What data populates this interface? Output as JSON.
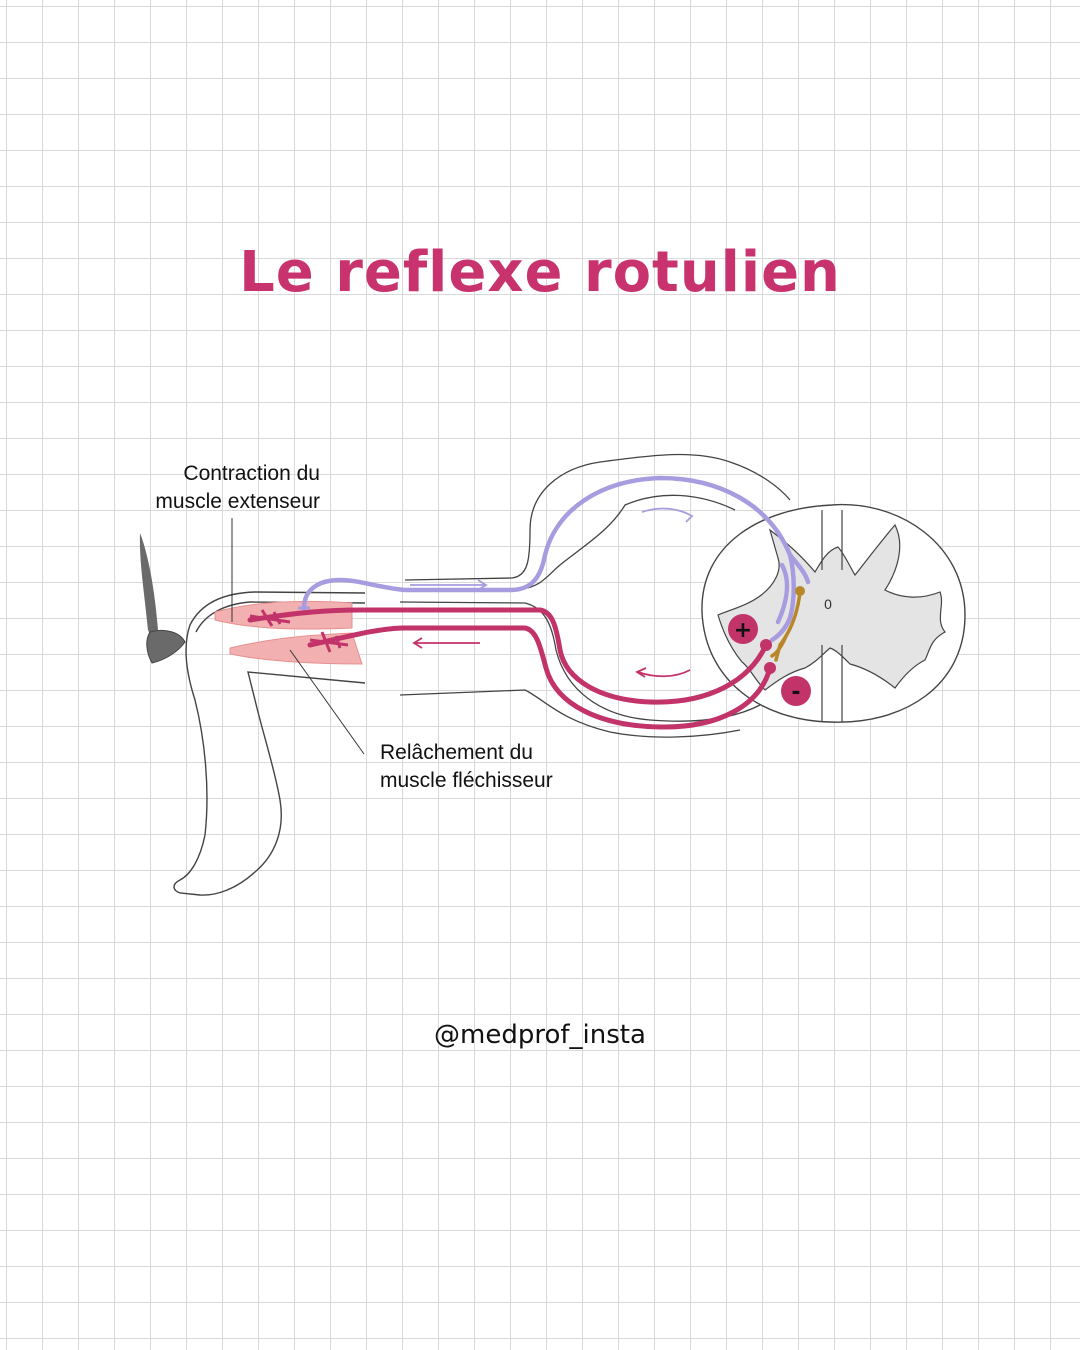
{
  "title": "Le reflexe rotulien",
  "labels": {
    "extensor_line1": "Contraction du",
    "extensor_line2": "muscle extenseur",
    "flexor_line1": "Relâchement du",
    "flexor_line2": "muscle fléchisseur"
  },
  "symbols": {
    "excitatory": "+",
    "inhibitory": "-",
    "central_canal": "0"
  },
  "handle": "@medprof_insta",
  "colors": {
    "title": "#c8336e",
    "sensory_neuron": "#a89ce0",
    "motor_neuron": "#c2336a",
    "interneuron": "#b8872a",
    "muscle": "#f3b0b0",
    "grey_matter": "#e4e4e4",
    "hammer": "#6a6a6a"
  }
}
